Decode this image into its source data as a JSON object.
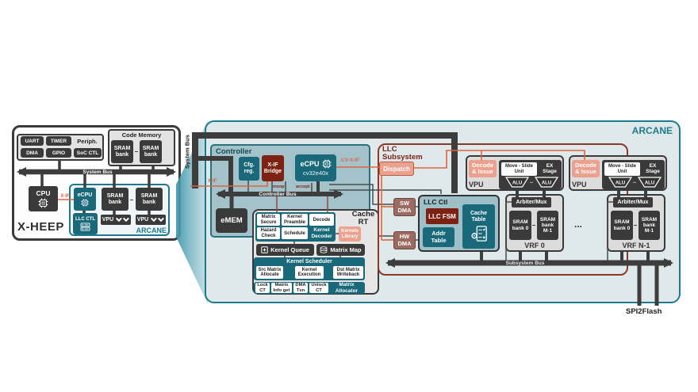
{
  "xheep": {
    "label": "X-HEEP",
    "system_bus": "System Bus",
    "periph": {
      "label": "Periph.",
      "uart": "UART",
      "timer": "TIMER",
      "dma": "DMA",
      "gpio": "GPIO",
      "soc_ctl": "SoC CTL"
    },
    "code_memory": {
      "label": "Code Memory",
      "bank": "SRAM\nbank",
      "dash": "–"
    },
    "cpu": "CPU",
    "xif": "X-IF",
    "arcane_small": {
      "label": "ARCANE",
      "ecpu": "eCPU",
      "llc_ctl": "LLC CTL",
      "bank": "SRAM\nbank",
      "dash": "–",
      "vpu": "VPU"
    }
  },
  "arcane": {
    "label": "ARCANE",
    "system_bus": "System Bus",
    "controller": {
      "label": "Controller",
      "cfg_reg": "Cfg.\nreg.",
      "xif_bridge": "X-IF\nBridge",
      "ecpu": "eCPU",
      "ecpu_core": "cv32e40x",
      "cv_x_if": "CV-X-IF",
      "xif": "X-IF",
      "mxop": "mxop",
      "accept": "accept",
      "bus": "Controller Bus",
      "emem": "eMEM"
    },
    "cache_rt": {
      "label": "Cache\nRT",
      "matrix_secure": "Matrix\nSecure",
      "kernel_preamble": "Kernel\nPreamble",
      "decode": "Decode",
      "hazard_check": "Hazard\nCheck",
      "schedule": "Schedule",
      "kernel_decoder": "Kernel\nDecoder",
      "kernels_library": "Kernels\nLibrary",
      "kernel_queue": "Kernel Queue",
      "matrix_map": "Matrix Map",
      "kernel_scheduler": {
        "label": "Kernel Scheduler",
        "src": "Src Matrix\nAllocate",
        "exec": "Kernel\nExecution",
        "dst": "Dst Matrix\nWriteback"
      },
      "allocator": {
        "label": "Matrix\nAllocator",
        "lock": "Lock\nCT",
        "info": "Matrix\nInfo get",
        "dma_txn": "DMA\nTxn",
        "unlock": "Unlock\nCT"
      }
    },
    "llc": {
      "label": "LLC\nSubsystem",
      "dispatch": "Dispatch",
      "sw_dma": "SW\nDMA",
      "hw_dma": "HW\nDMA",
      "llc_ctl": {
        "label": "LLC Ctl",
        "fsm": "LLC FSM",
        "cache_table": "Cache\nTable",
        "addr_table": "Addr\nTable"
      },
      "vpu": {
        "decode_issue": "Decode\n& Issue",
        "label": "VPU",
        "move_slide": "Move - Slide\nUnit",
        "ex_stage": "EX\nStage",
        "alu": "ALU",
        "alu_dots": ".."
      },
      "vrf0": {
        "label": "VRF 0",
        "arbiter": "Arbiter/Mux",
        "bank0": "SRAM\nbank 0",
        "bankm": "SRAM\nbank\nM-1",
        "dash": "–"
      },
      "vrfn": {
        "label": "VRF N-1",
        "arbiter": "Arbiter/Mux",
        "bank0": "SRAM\nbank 0",
        "bankm": "SRAM\nbank\nM-1",
        "dash": "–"
      },
      "dots": "...",
      "subsystem_bus": "Subsystem Bus"
    },
    "spi2flash": "SPI2Flash"
  },
  "colors": {
    "teal_box": "#19697a",
    "teal_border": "#1d7a8c",
    "dark_box": "#3a3a3a",
    "dark_red": "#7d2212",
    "salmon": "#eba18e",
    "mauve": "#9b6b62",
    "orange_line": "#e0643c",
    "llc_border": "#8c3a28",
    "bus": "#3d3d3d",
    "panel_bg": "#dfe9ec",
    "controller_bg": "#a3c2ca"
  }
}
